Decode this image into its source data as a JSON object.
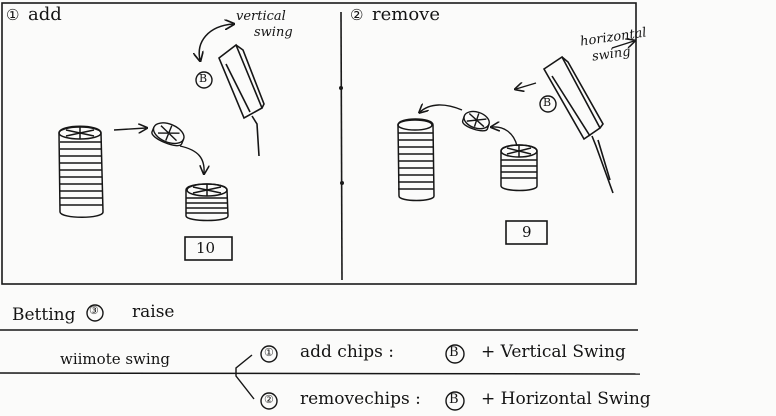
{
  "panel_add": {
    "step": "①",
    "title": "add",
    "swing_label_line1": "vertical",
    "swing_label_line2": "swing",
    "button": "B",
    "count": "10"
  },
  "panel_remove": {
    "step": "②",
    "title": "remove",
    "swing_label_line1": "horizontal",
    "swing_label_line2": "swing",
    "button": "B",
    "count": "9"
  },
  "notes": {
    "betting": "Betting",
    "step3": "③",
    "raise": "raise",
    "wiimote": "wiimote  swing",
    "row1_num": "①",
    "row1_text": "add chips  :",
    "row1_btn": "B",
    "row1_tail": "+  Vertical Swing",
    "row2_num": "②",
    "row2_text": "removechips :",
    "row2_btn": "B",
    "row2_tail": "+  Horizontal Swing"
  }
}
